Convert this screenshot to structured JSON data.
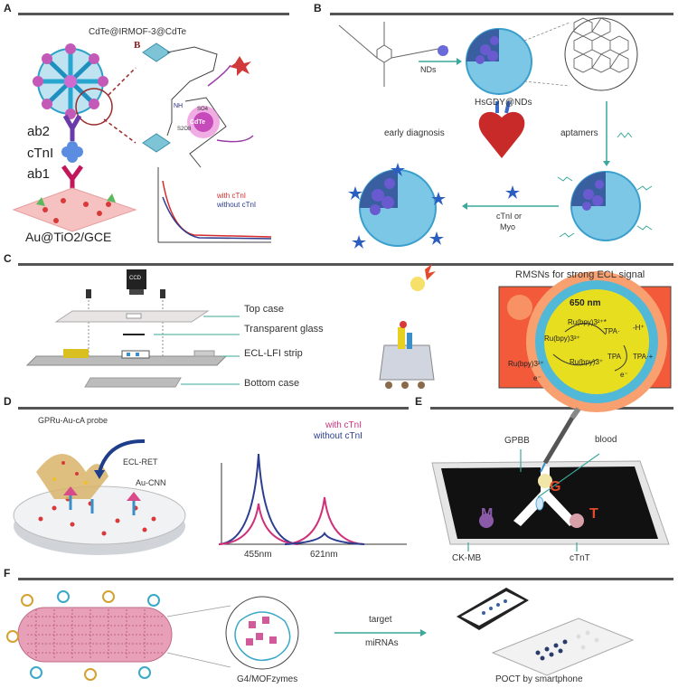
{
  "panels": [
    "A",
    "B",
    "C",
    "D",
    "E",
    "F"
  ],
  "panel_a": {
    "title": "CdTe@IRMOF-3@CdTe",
    "inset_label": "B",
    "ab2": "ab2",
    "ctni": "cTnI",
    "ab1": "ab1",
    "electrode": "Au@TiO2/GCE",
    "cdte": "CdTe",
    "legend_with": "with cTnI",
    "legend_without": "without cTnI",
    "nh": "NH",
    "so4": "SO4",
    "s2o8": "S2O8",
    "colors": {
      "with": "#d42c2c",
      "without": "#2d3c8f"
    }
  },
  "panel_b": {
    "nds": "NDs",
    "hsgdy": "HsGDY@NDs",
    "aptamers": "aptamers",
    "early": "early diagnosis",
    "target_line1": "cTnI or",
    "target_line2": "Myo"
  },
  "panel_c": {
    "ccd": "CCD",
    "top_case": "Top case",
    "glass": "Transparent glass",
    "strip": "ECL-LFI strip",
    "bottom": "Bottom case",
    "rmsns_title": "RMSNs for strong ECL signal",
    "nm650": "650 nm",
    "ru1": "Ru(bpy)3²⁺*",
    "ru2": "Ru(bpy)3³⁺",
    "ru3": "Ru(bpy)3⁺",
    "ru4": "Ru(bpy)3²⁺",
    "tpa1": "TPA·",
    "tpa2": "TPA",
    "tpa3": "TPA·+",
    "hplus": "-H⁺",
    "e1": "e⁻",
    "e2": "e⁻"
  },
  "panel_d": {
    "probe": "GPRu-Au-cA probe",
    "ecl_ret": "ECL-RET",
    "au_cnn": "Au-CNN",
    "legend_with": "with cTnI",
    "legend_without": "without cTnI",
    "x1": "455nm",
    "x2": "621nm",
    "colors": {
      "with": "#d0307a",
      "without": "#2a3d8f"
    }
  },
  "panel_e": {
    "gpbb": "GPBB",
    "blood": "blood",
    "g": "G",
    "m": "M",
    "t": "T",
    "ckmb": "CK-MB",
    "ctnt": "cTnT"
  },
  "panel_f": {
    "target": "target",
    "mirnas": "miRNAs",
    "g4": "G4/MOFzymes",
    "poct": "POCT by smartphone"
  }
}
